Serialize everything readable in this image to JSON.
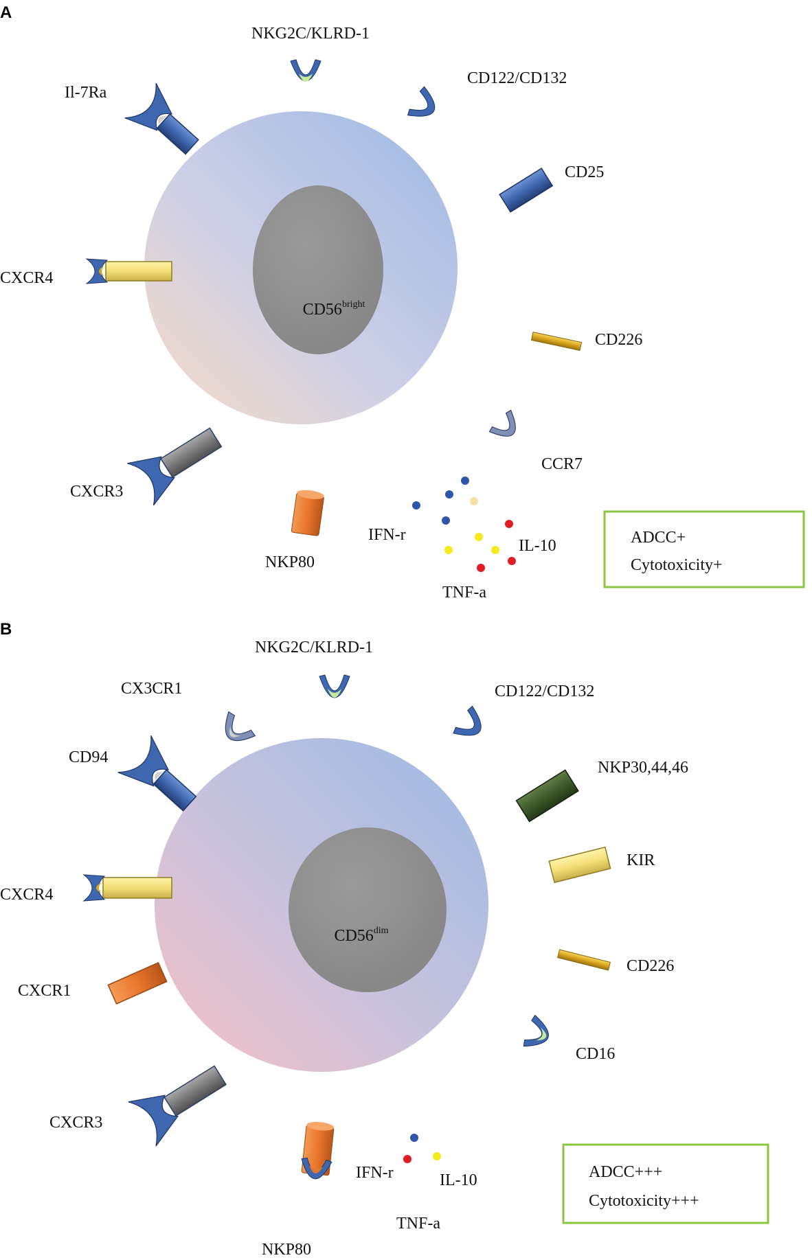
{
  "colors": {
    "blue_receptor": "#3f67b0",
    "yellow_receptor": "#f3df77",
    "gold_receptor": "#d8a51e",
    "grey_receptor": "#7a7a7a",
    "orange_receptor": "#e9762c",
    "dark_green_receptor": "#3d5a2a",
    "ifn_dot": "#2f56a8",
    "il10_dot": "#e01c24",
    "tnf_dot": "#f5eb1c",
    "box_border": "#8cc63f",
    "nucleus": "#8d8d8d"
  },
  "panel_a": {
    "letter": "A",
    "nucleus": {
      "label": "CD56",
      "superscript": "bright"
    },
    "receptors": {
      "nkg2c": "NKG2C/KLRD-1",
      "il7ra": "Il-7Ra",
      "cd122": "CD122/CD132",
      "cd25": "CD25",
      "cxcr4": "CXCR4",
      "cd226": "CD226",
      "ccr7": "CCR7",
      "cxcr3": "CXCR3",
      "nkp80": "NKP80"
    },
    "cytokines": {
      "ifn": "IFN-r",
      "il10": "IL-10",
      "tnf": "TNF-a"
    },
    "function_box": {
      "line1": "ADCC+",
      "line2": "Cytotoxicity+"
    }
  },
  "panel_b": {
    "letter": "B",
    "nucleus": {
      "label": "CD56",
      "superscript": "dim"
    },
    "receptors": {
      "nkg2c": "NKG2C/KLRD-1",
      "cx3cr1": "CX3CR1",
      "cd122": "CD122/CD132",
      "cd94": "CD94",
      "nkp30": "NKP30,44,46",
      "kir": "KIR",
      "cxcr4": "CXCR4",
      "cd226": "CD226",
      "cxcr1": "CXCR1",
      "cd16": "CD16",
      "cxcr3": "CXCR3",
      "nkp80": "NKP80"
    },
    "cytokines": {
      "ifn": "IFN-r",
      "il10": "IL-10",
      "tnf": "TNF-a"
    },
    "function_box": {
      "line1": "ADCC+++",
      "line2": "Cytotoxicity+++"
    }
  }
}
